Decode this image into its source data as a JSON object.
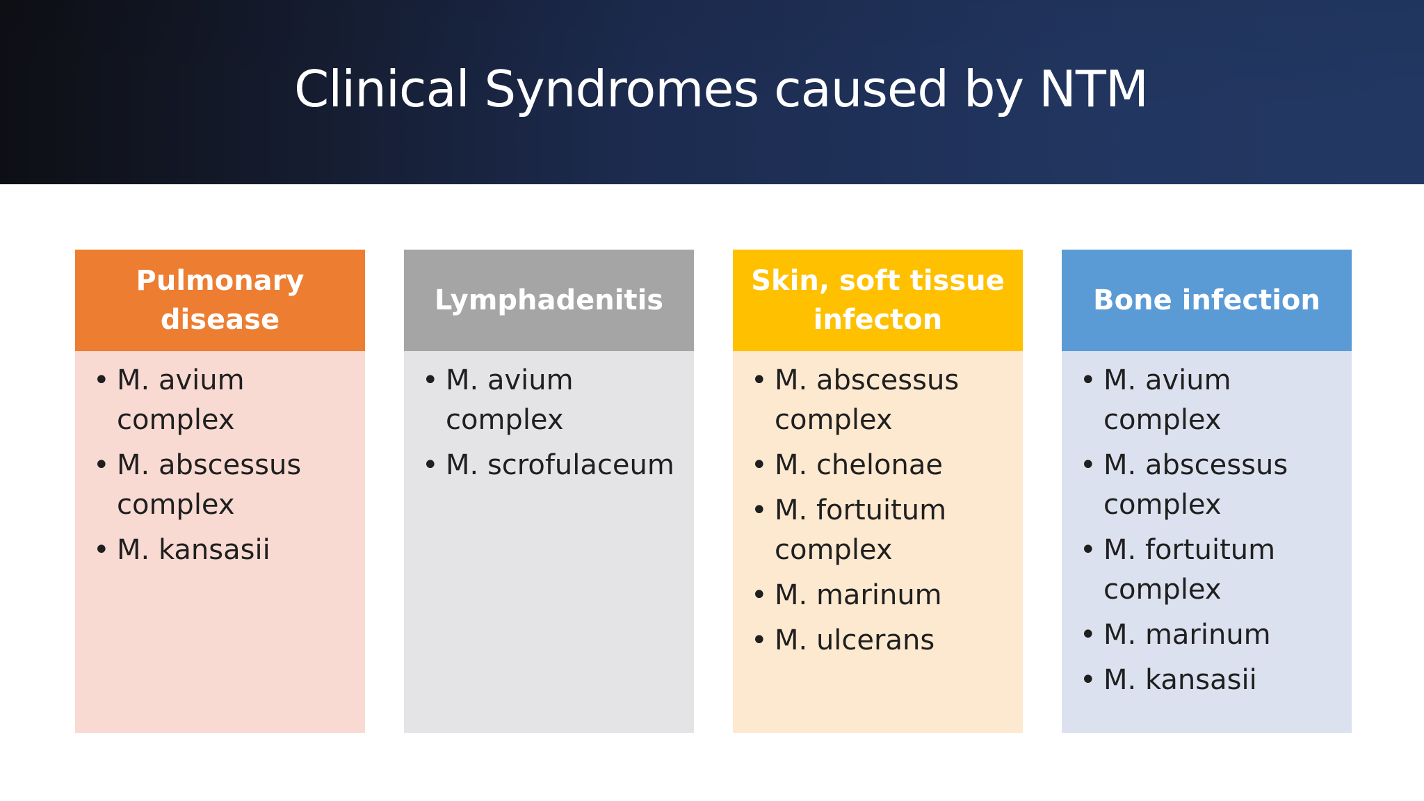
{
  "slide": {
    "title": "Clinical Syndromes caused by NTM",
    "columns": [
      {
        "header": "Pulmonary disease",
        "header_color": "#ED7D31",
        "body_color": "#F8DAD2",
        "items": [
          "M. avium complex",
          "M. abscessus complex",
          "M. kansasii"
        ]
      },
      {
        "header": "Lymphadenitis",
        "header_color": "#A5A5A5",
        "body_color": "#E4E3E6",
        "items": [
          "M. avium complex",
          "M. scrofulaceum"
        ]
      },
      {
        "header": "Skin, soft tissue infecton",
        "header_color": "#FFC000",
        "body_color": "#FDE8D0",
        "items": [
          "M. abscessus complex",
          "M. chelonae",
          "M. fortuitum complex",
          "M. marinum",
          "M. ulcerans"
        ]
      },
      {
        "header": "Bone infection",
        "header_color": "#5B9BD5",
        "body_color": "#DCE1EF",
        "items": [
          "M. avium complex",
          "M. abscessus complex",
          "M. fortuitum complex",
          "M. marinum",
          "M. kansasii"
        ]
      }
    ]
  }
}
